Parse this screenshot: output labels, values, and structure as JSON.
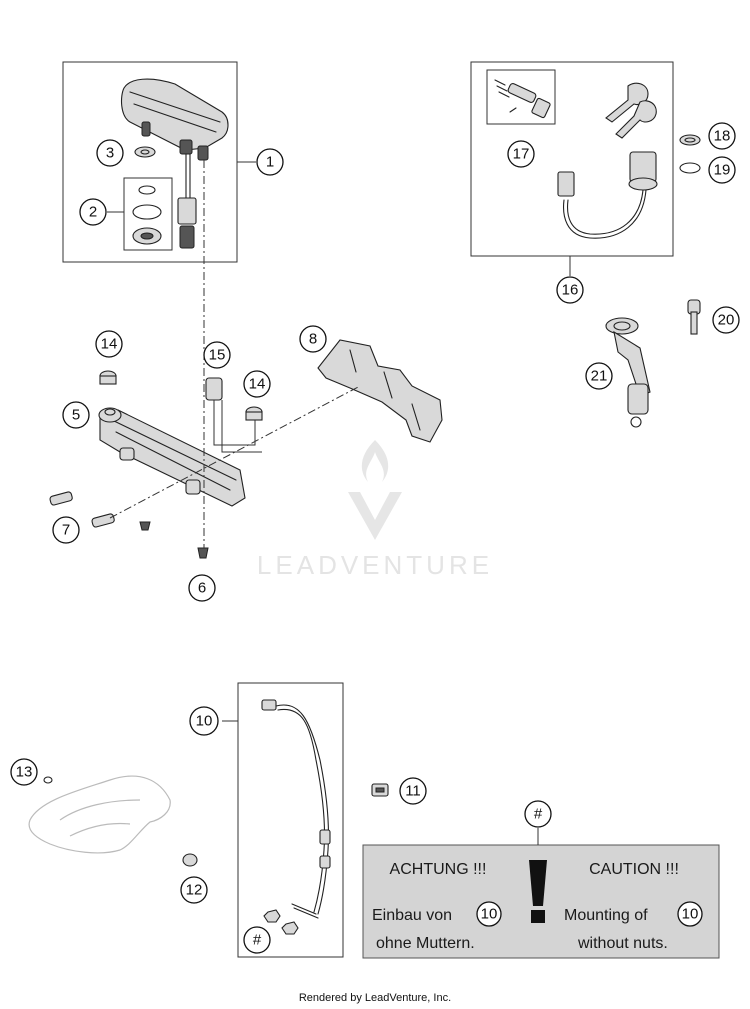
{
  "callouts": {
    "c1": "1",
    "c2": "2",
    "c3": "3",
    "c5": "5",
    "c6": "6",
    "c7": "7",
    "c8": "8",
    "c10": "10",
    "c11": "11",
    "c12": "12",
    "c13": "13",
    "c14a": "14",
    "c14b": "14",
    "c15": "15",
    "c16": "16",
    "c17": "17",
    "c18": "18",
    "c19": "19",
    "c20": "20",
    "c21": "21",
    "hash_top": "#",
    "hash_bottom": "#"
  },
  "caution": {
    "de_heading": "ACHTUNG !!!",
    "en_heading": "CAUTION !!!",
    "de_line1": "Einbau von",
    "de_ref": "10",
    "de_line2": "ohne Muttern.",
    "en_line1": "Mounting of",
    "en_ref": "10",
    "en_line2": "without nuts.",
    "exclamation_icon": "exclamation-mark-icon"
  },
  "watermark": "LEADVENTURE",
  "footer": "Rendered by LeadVenture, Inc."
}
